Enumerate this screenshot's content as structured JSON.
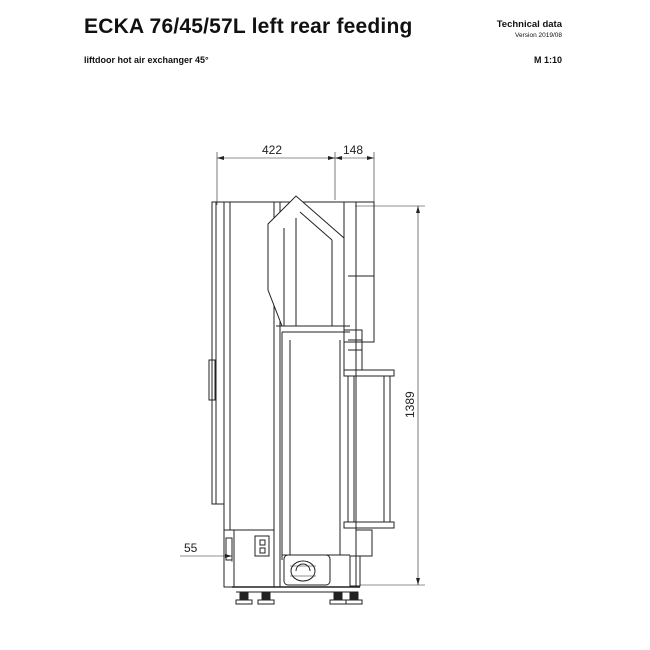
{
  "header": {
    "title": "ECKA 76/45/57L left rear feeding",
    "subtitle": "liftdoor hot air exchanger 45°",
    "doc_type": "Technical data",
    "version": "Version 2019/08",
    "scale": "M 1:10"
  },
  "drawing": {
    "dim_width_left": "422",
    "dim_width_right": "148",
    "dim_height": "1389",
    "dim_foot_offset": "55",
    "line_color": "#222222",
    "fill_color": "#ffffff"
  }
}
